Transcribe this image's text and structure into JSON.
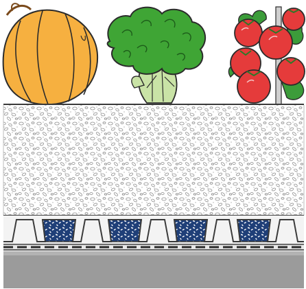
{
  "diagram": {
    "subjects": [
      {
        "name": "pumpkin",
        "icon": "pumpkin-icon"
      },
      {
        "name": "broccoli",
        "icon": "broccoli-icon"
      },
      {
        "name": "tomato plant",
        "icon": "tomato-icon"
      }
    ],
    "layers": [
      {
        "name": "growing-substrate"
      },
      {
        "name": "filter-fabric"
      },
      {
        "name": "drainage-retention-board"
      },
      {
        "name": "protection-mat"
      },
      {
        "name": "roof-deck"
      }
    ],
    "colors": {
      "pumpkin": "#F6B040",
      "pumpkin_outline": "#2b2b2b",
      "broccoli": "#3FA535",
      "broccoli_stem": "#C9E3A6",
      "tomato": "#E53B3B",
      "leaf": "#3C9C3A",
      "substrate_bg": "#ffffff",
      "substrate_line": "#8c8c8c",
      "board": "#f3f3f3",
      "board_outline": "#3a3a3a",
      "water": "#3C6DB8",
      "deck": "#9b9b9b"
    }
  }
}
